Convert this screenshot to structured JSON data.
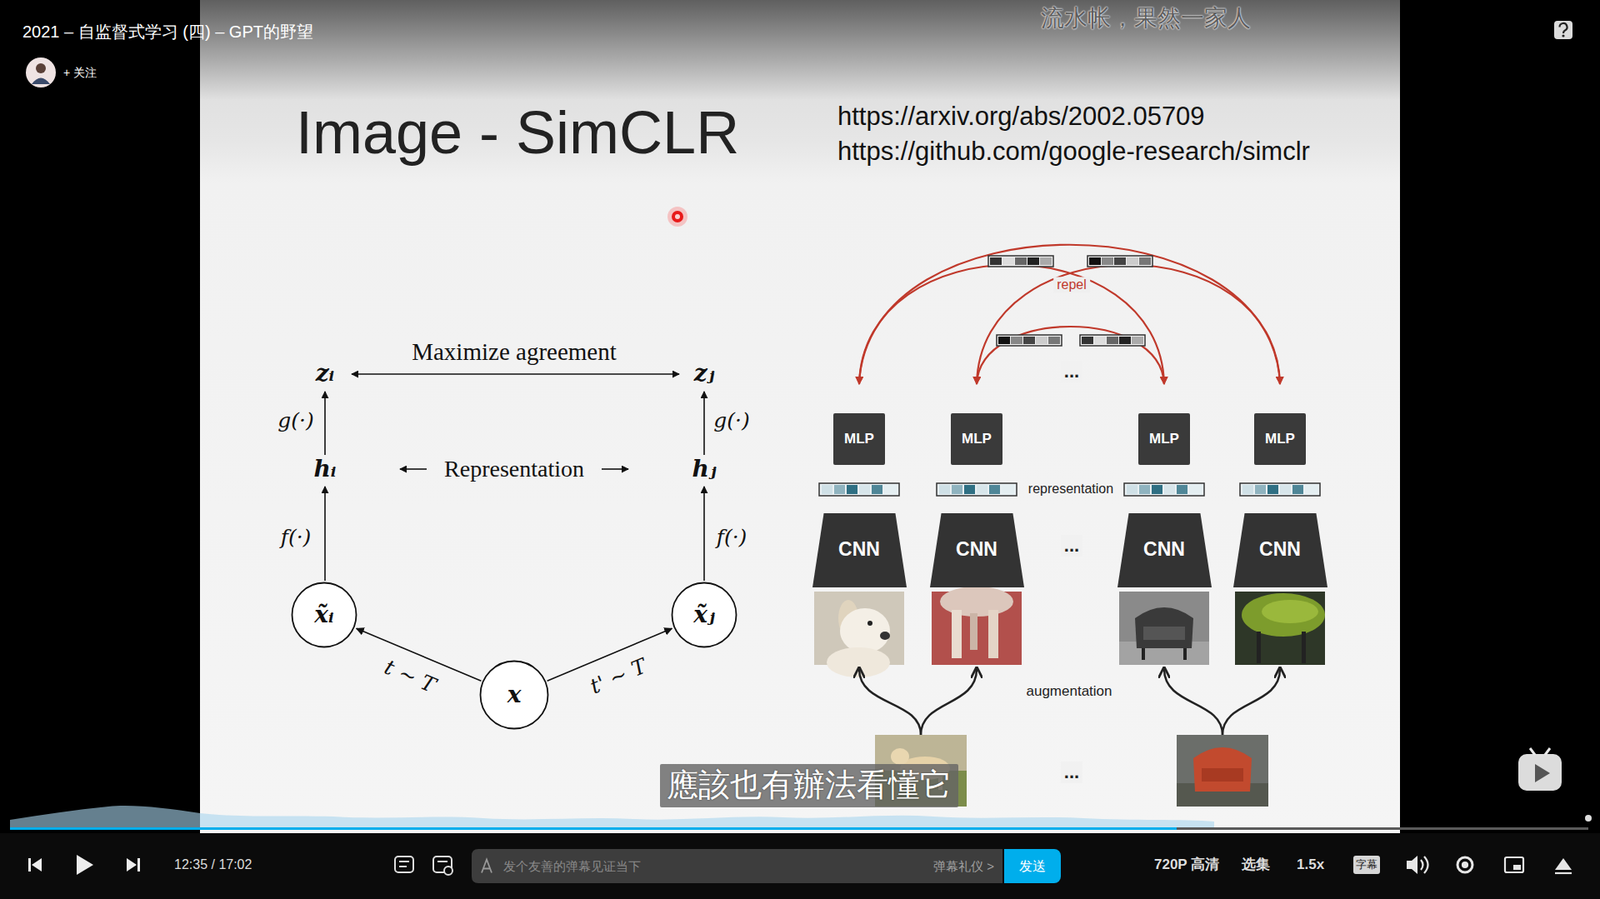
{
  "diagram": {
    "title": "Image - SimCLR",
    "nodes": [
      {
        "text": [
          "x̃ᵢ"
        ]
      },
      {
        "text": [
          "x̃ⱼ"
        ]
      },
      {
        "text": [
          "x"
        ]
      },
      {
        "text": [
          "MLP"
        ]
      },
      {
        "text": [
          "MLP"
        ]
      },
      {
        "text": [
          "MLP"
        ]
      },
      {
        "text": [
          "MLP"
        ]
      },
      {
        "text": [
          "CNN"
        ]
      },
      {
        "text": [
          "CNN"
        ]
      },
      {
        "text": [
          "CNN"
        ]
      },
      {
        "text": [
          "CNN"
        ]
      },
      {
        "text": [
          "應該也有辦法看懂它"
        ]
      },
      {
        "text": [
          "发个友善的弹幕见证当下",
          "弹幕礼仪 >"
        ]
      },
      {
        "text": [
          "发送"
        ]
      },
      {
        "text": [
          "字幕"
        ]
      }
    ],
    "edges": [
      {
        "from": 2,
        "to": 0,
        "arrow": "to",
        "label": "t ~ T"
      },
      {
        "from": 2,
        "to": 1,
        "arrow": "to",
        "label": "t' ~ T"
      }
    ],
    "labels": [
      "2021 – 自监督式学习 (四) – GPT的野望",
      "+ 关注",
      "流水帐，果然一家人",
      "https://arxiv.org/abs/2002.05709",
      "https://github.com/google-research/simclr",
      "Maximize agreement",
      "zᵢ",
      "zⱼ",
      "g(·)",
      "g(·)",
      "hᵢ",
      "Representation",
      "hⱼ",
      "f(·)",
      "f(·)",
      "repel",
      "...",
      "representation",
      "...",
      "augmentation",
      "...",
      "12:35 / 17:02",
      "720P 高清",
      "选集",
      "1.5x"
    ]
  }
}
